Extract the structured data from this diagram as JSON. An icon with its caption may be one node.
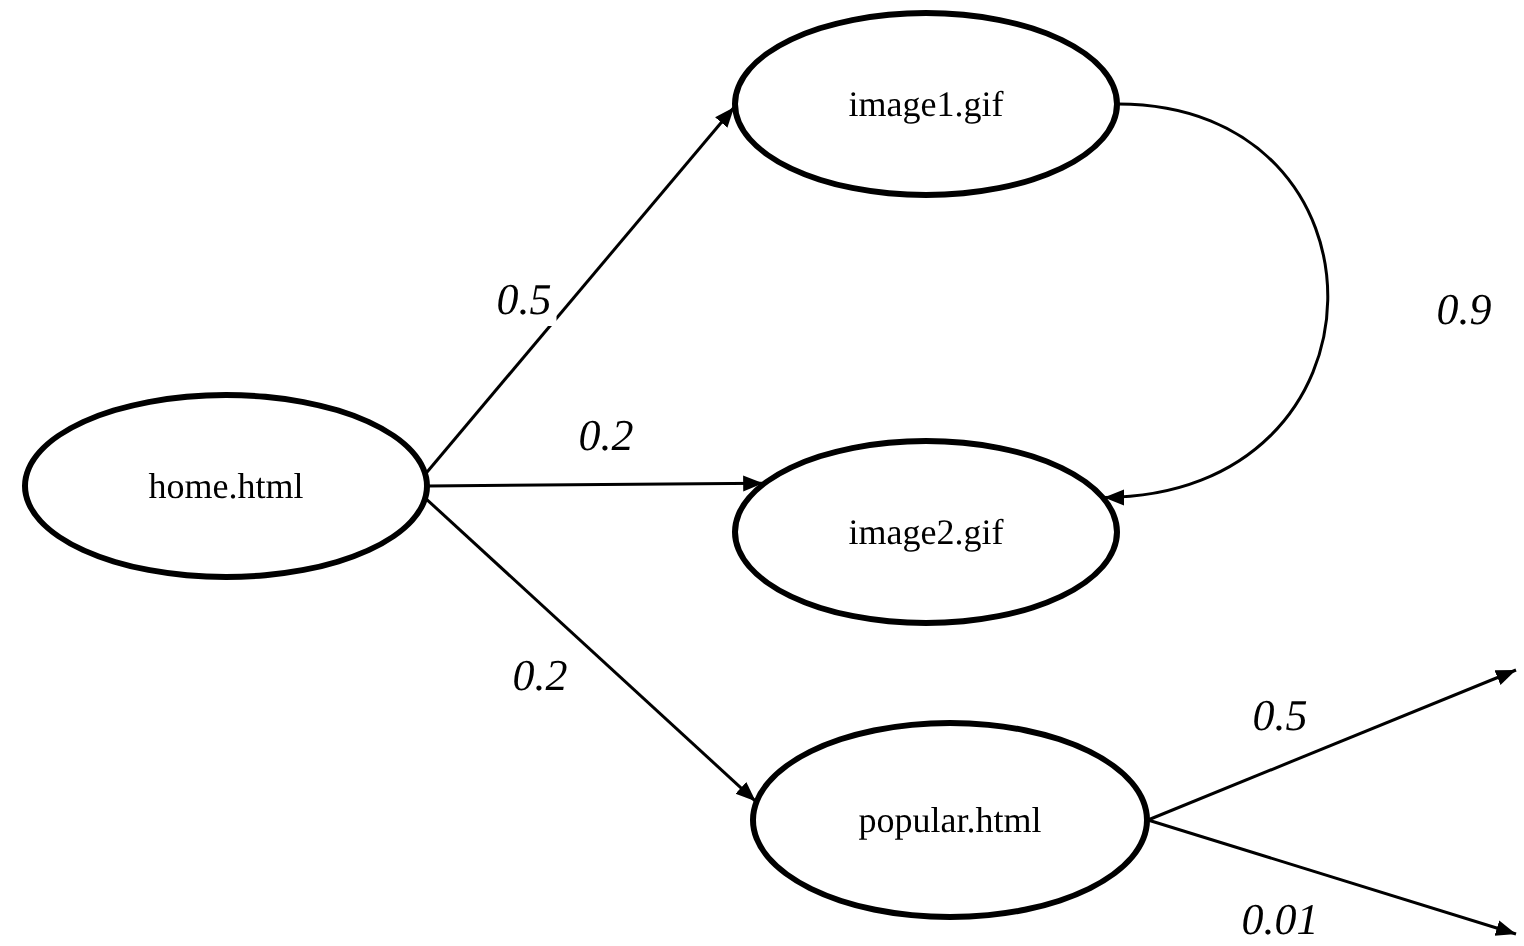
{
  "diagram": {
    "nodes": [
      {
        "text": [
          "home.html"
        ]
      },
      {
        "text": [
          "image1.gif"
        ]
      },
      {
        "text": [
          "image2.gif"
        ]
      },
      {
        "text": [
          "popular.html"
        ]
      }
    ],
    "edges": [
      {
        "from": 0,
        "to": 1,
        "arrow": "to",
        "label": "0.5"
      },
      {
        "from": 0,
        "to": 2,
        "arrow": "to",
        "label": "0.2"
      },
      {
        "from": 0,
        "to": 3,
        "arrow": "to",
        "label": "0.2"
      },
      {
        "from": 1,
        "to": 2,
        "arrow": "to",
        "label": "0.9"
      },
      {
        "from": 3,
        "to": null,
        "arrow": "to",
        "label": "0.5"
      },
      {
        "from": 3,
        "to": null,
        "arrow": "to",
        "label": "0.01"
      }
    ]
  }
}
